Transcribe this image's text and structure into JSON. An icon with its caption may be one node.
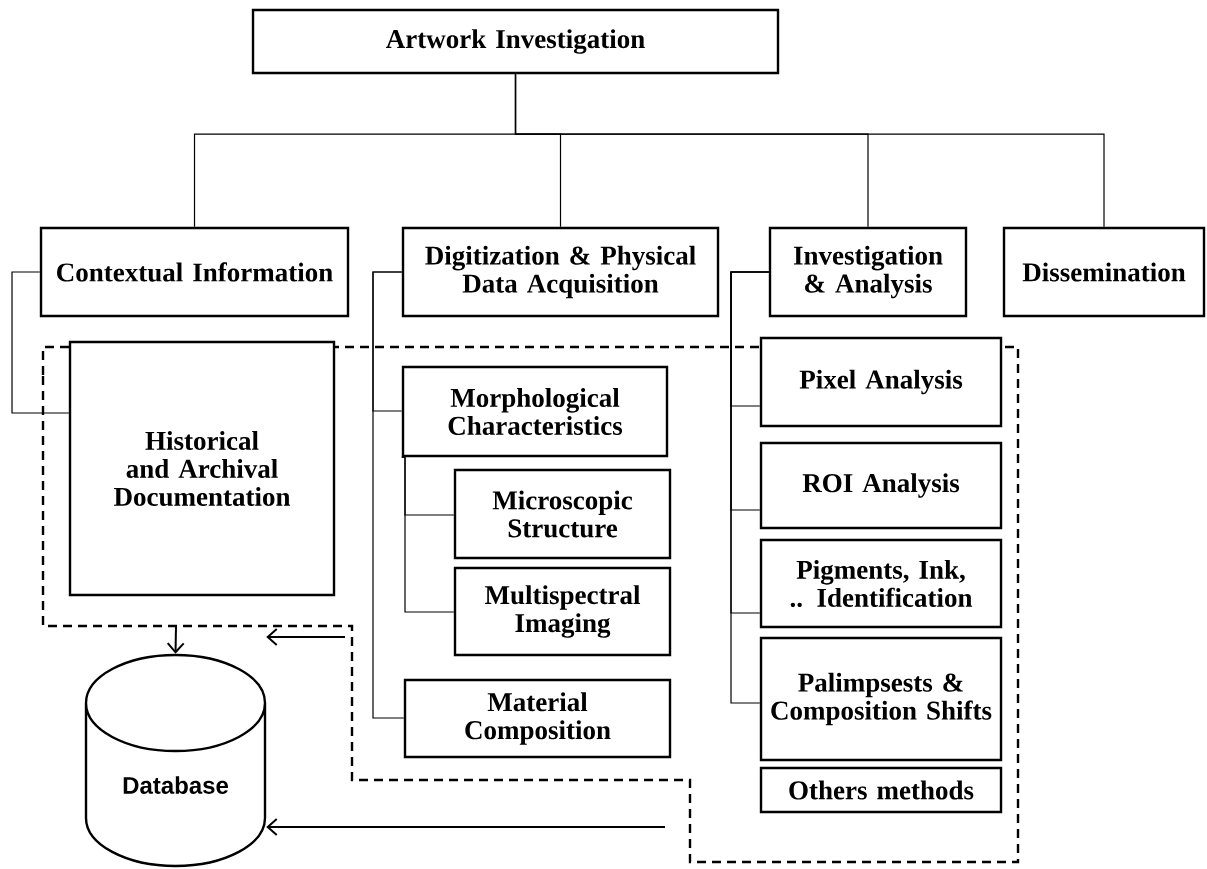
{
  "diagram": {
    "nodes": [
      {
        "text": [
          "Artwork Investigation"
        ]
      },
      {
        "text": [
          "Contextual Information"
        ]
      },
      {
        "text": [
          "Digitization & Physical Data Acquisition"
        ]
      },
      {
        "text": [
          "Investigation & Analysis"
        ]
      },
      {
        "text": [
          "Dissemination"
        ]
      },
      {
        "text": [
          "Historical and Archival Documentation"
        ]
      },
      {
        "text": [
          "Morphological Characteristics"
        ]
      },
      {
        "text": [
          "Microscopic Structure"
        ]
      },
      {
        "text": [
          "Multispectral Imaging"
        ]
      },
      {
        "text": [
          "Material Composition"
        ]
      },
      {
        "text": [
          "Pixel Analysis"
        ]
      },
      {
        "text": [
          "ROI Analysis"
        ]
      },
      {
        "text": [
          "Pigments, Ink, .. Identification"
        ]
      },
      {
        "text": [
          "Palimpsests & Composition Shifts"
        ]
      },
      {
        "text": [
          "Others methods"
        ]
      },
      {
        "text": [
          "Database"
        ]
      }
    ],
    "edges": [
      {
        "from": 0,
        "to": 1,
        "arrow": "none"
      },
      {
        "from": 0,
        "to": 2,
        "arrow": "none"
      },
      {
        "from": 0,
        "to": 3,
        "arrow": "none"
      },
      {
        "from": 0,
        "to": 4,
        "arrow": "none"
      },
      {
        "from": 1,
        "to": 5,
        "arrow": "none"
      },
      {
        "from": 2,
        "to": 6,
        "arrow": "none"
      },
      {
        "from": 2,
        "to": 9,
        "arrow": "none"
      },
      {
        "from": 6,
        "to": 7,
        "arrow": "none"
      },
      {
        "from": 6,
        "to": 8,
        "arrow": "none"
      },
      {
        "from": 3,
        "to": 10,
        "arrow": "none"
      },
      {
        "from": 3,
        "to": 11,
        "arrow": "none"
      },
      {
        "from": 3,
        "to": 12,
        "arrow": "none"
      },
      {
        "from": 3,
        "to": 13,
        "arrow": "none"
      },
      {
        "from": null,
        "to": 15,
        "arrow": "to"
      },
      {
        "from": null,
        "to": 15,
        "arrow": "to"
      },
      {
        "from": null,
        "to": 15,
        "arrow": "to"
      }
    ]
  }
}
